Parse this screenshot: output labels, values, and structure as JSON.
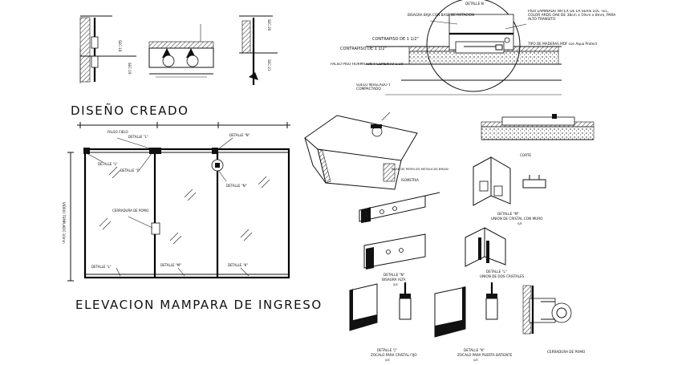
{
  "titles": {
    "top_left": "DISEÑO CREADO",
    "elevation": "ELEVACION MAMPARA DE INGRESO"
  },
  "elevation_labels": {
    "falso_cielo": "FALSO CIELO",
    "detalle_l_top": "DETALLE \"L\"",
    "detalle_n_top": "DETALLE \"N\"",
    "detalle_l_left": "DETALLE \"L\"",
    "detalle_j": "DETALLE \"J\"",
    "detalle_n_right": "DETALLE \"N\"",
    "vidrio": "VIDRIO TEMPLADO 10mm",
    "cerradura": "CERRADURA DE POMO",
    "detalle_l_bottom": "DETALLE \"L\"",
    "detalle_m": "DETALLE \"M\"",
    "detalle_k": "DETALLE \"K\""
  },
  "section_labels": {
    "sec_18": "SEC-18",
    "sec_19": "SEC-19",
    "sec_20": "SEC-20",
    "sec_21": "SEC-21"
  },
  "floor_detail": {
    "bisagra": "BISAGRA BAJA CON BASE DE ROTACION",
    "detalle_n": "DETALLE N",
    "piso": "PISO LAMINADO WITEX DE LA SERIE LOC TEC. COLOR ARDS OAK DE 38cm x 19cm x 8mm, PARA ALTO TRANSITO",
    "tipo": "TIPO DE MADERAS MDF con Aqua Protect",
    "contrapiso_1": "CONTRAPISO DE 1 1/2\"",
    "contrapiso_2": "CONTRAPISO DE 1 1/2\"",
    "falso_piso": "FALSO PISO HORMIGON Y CEMENTO 1:10",
    "suelo": "SUELO NIVELADO Y COMPACTADO"
  },
  "iso_labels": {
    "base": "BASE DE PERFILES METALICAS BRIAN",
    "isometria": "ISOMETRIA",
    "corte": "CORTE",
    "detalle_m": "DETALLE \"M\"",
    "union_muro": "UNION DE CRISTAL CON MURO",
    "detalle_n": "DETALLE \"N\"",
    "bisagra_alta": "BISAGRA ALTA",
    "detalle_l": "DETALLE \"L\"",
    "union_cristales": "UNION DE DOS CRISTALES",
    "detalle_j": "DETALLE \"J\"",
    "zocalo_fijo": "ZOCALO PARA CRISTAL FIJO",
    "detalle_k": "DETALLE \"K\"",
    "zocalo_puerta": "ZOCALO PARA PUERTA BATIENTE",
    "cerradura": "CERRADURA DE POMO",
    "scale": "S/E"
  },
  "colors": {
    "line": "#111111",
    "paper": "#ffffff"
  }
}
